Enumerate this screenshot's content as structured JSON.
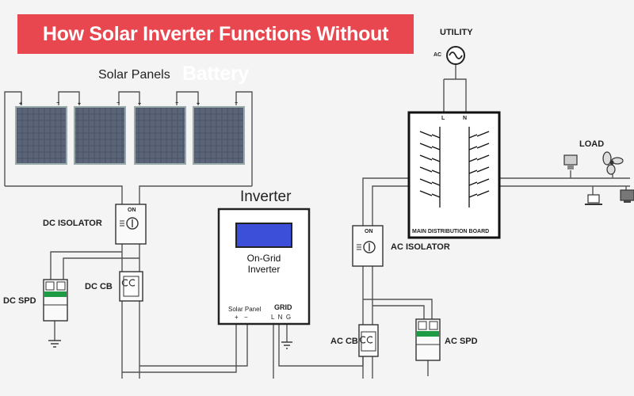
{
  "title": "How Solar Inverter Functions Without Battery",
  "labels": {
    "solar_panels": "Solar Panels",
    "inverter": "Inverter",
    "inverter_desc_line1": "On-Grid",
    "inverter_desc_line2": "Inverter",
    "solar_panel_port": "Solar Panel",
    "solar_panel_plus": "+",
    "solar_panel_minus": "−",
    "grid_port": "GRID",
    "grid_terminals": "L  N  G",
    "dc_isolator": "DC ISOLATOR",
    "dc_cb": "DC CB",
    "dc_spd": "DC SPD",
    "ac_isolator": "AC ISOLATOR",
    "ac_cb": "AC CB",
    "ac_spd": "AC SPD",
    "utility": "UTILITY",
    "ac": "AC",
    "load": "LOAD",
    "mdb": "MAIN DISTRIBUTION BOARD",
    "mdb_l": "L",
    "mdb_n": "N",
    "isolator_on": "ON",
    "panel_plus": "+",
    "panel_minus": "−"
  },
  "colors": {
    "title_bg": "#e8474f",
    "title_text": "#ffffff",
    "panel_cell": "#4a5366",
    "inverter_screen": "#3b4fd8",
    "spd_green": "#1f9a45",
    "wire": "#555555"
  }
}
